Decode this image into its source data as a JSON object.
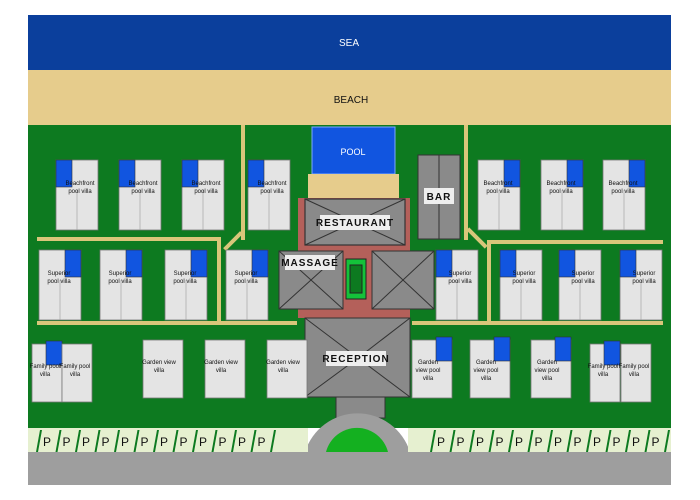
{
  "zones": {
    "sea": "SEA",
    "beach": "BEACH",
    "pool": "POOL",
    "bar": "BAR",
    "restaurant": "RESTAURANT",
    "massage": "MASSAGE",
    "reception": "RECEPTION"
  },
  "villas": {
    "beachfront": "Beachfront pool villa",
    "superior": "Superior pool villa",
    "family": "Family pool villa",
    "garden_view": "Garden view villa",
    "garden_view_pool": "Garden view pool villa"
  },
  "parking_symbol": "P",
  "colors": {
    "sea": "#0b3f9c",
    "beach": "#e6cc8c",
    "grass": "#0d7a20",
    "path": "#d9c67a",
    "villa": "#e4e4e4",
    "pool_blue": "#1155e0",
    "building": "#8a8a8a",
    "terracotta": "#b4605a",
    "road": "#9e9e9e"
  }
}
